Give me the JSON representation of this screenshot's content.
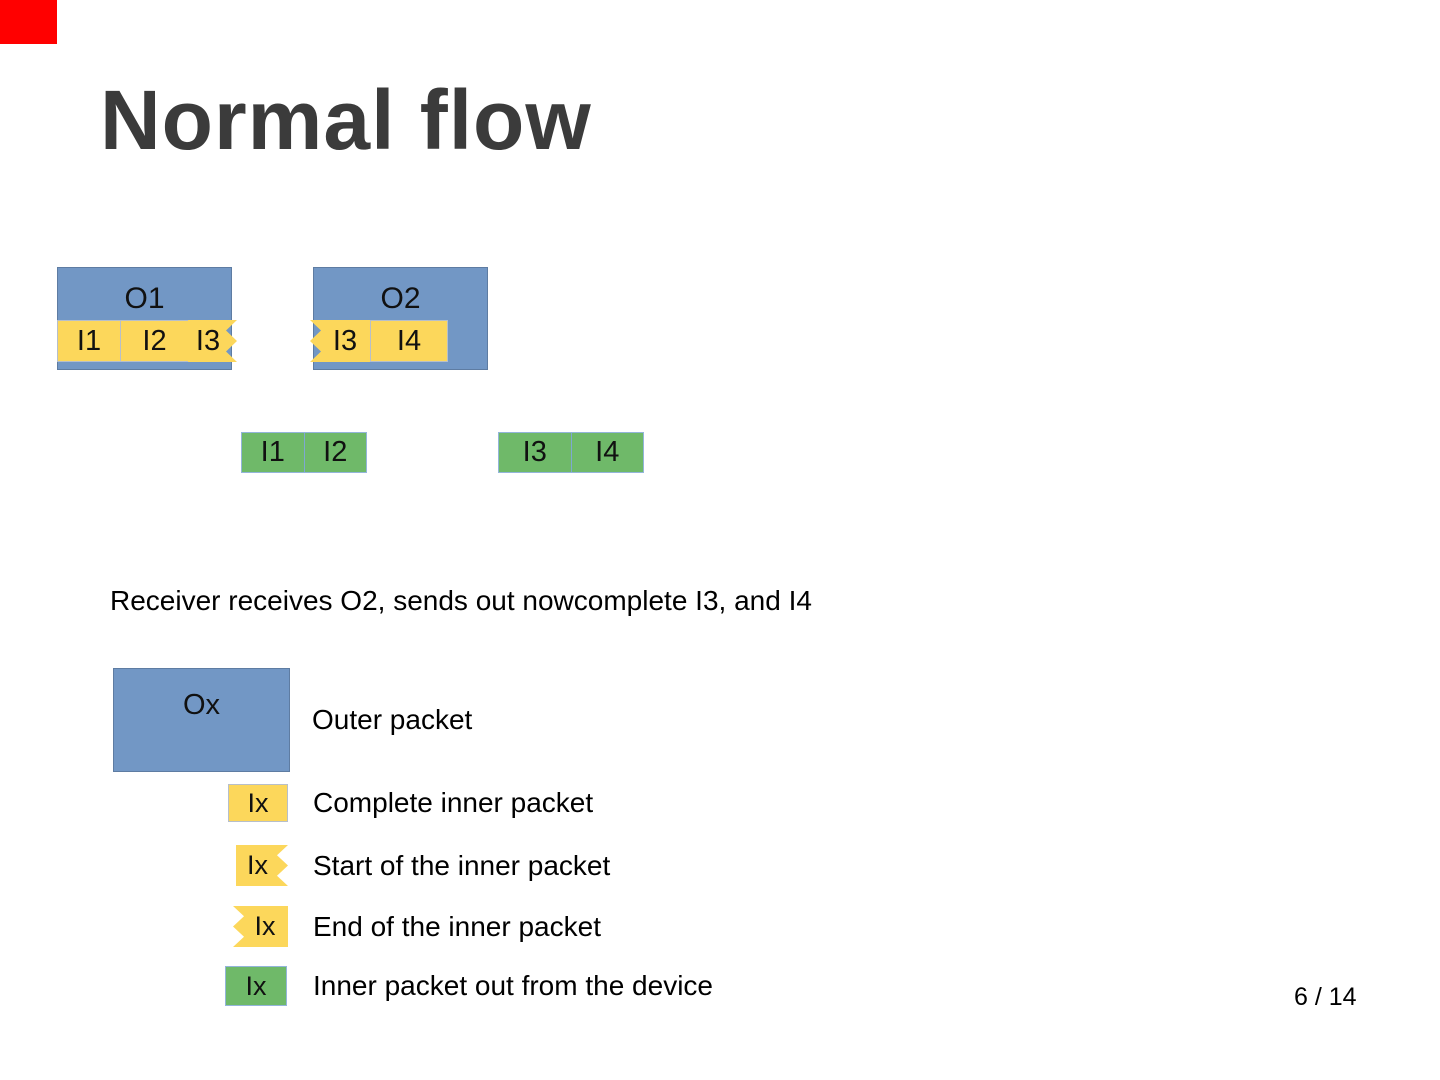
{
  "slide": {
    "title": "Normal flow",
    "caption": "Receiver receives O2, sends out nowcomplete I3, and I4",
    "page_indicator": "6 / 14"
  },
  "diagram": {
    "outer_packets": [
      {
        "label": "O1",
        "inner": [
          {
            "label": "I1",
            "edge": "complete"
          },
          {
            "label": "I2",
            "edge": "complete"
          },
          {
            "label": "I3",
            "edge": "start-jagged-right"
          }
        ]
      },
      {
        "label": "O2",
        "inner": [
          {
            "label": "I3",
            "edge": "end-jagged-left"
          },
          {
            "label": "I4",
            "edge": "complete"
          }
        ]
      }
    ],
    "emitted_packets": [
      {
        "cells": [
          "I1",
          "I2"
        ]
      },
      {
        "cells": [
          "I3",
          "I4"
        ]
      }
    ]
  },
  "legend": {
    "outer": {
      "label": "Ox",
      "description": "Outer packet"
    },
    "items": [
      {
        "label": "Ix",
        "shape": "complete",
        "description": "Complete inner packet"
      },
      {
        "label": "Ix",
        "shape": "start",
        "description": "Start of the inner packet"
      },
      {
        "label": "Ix",
        "shape": "end",
        "description": "End of the inner packet"
      },
      {
        "label": "Ix",
        "shape": "out",
        "description": "Inner packet out from the device"
      }
    ]
  },
  "colors": {
    "outer_blue": "#7297c5",
    "inner_yellow": "#fcd75b",
    "out_green": "#6fb969",
    "corner_red": "#ff0000",
    "title_gray": "#3b3b3b"
  }
}
